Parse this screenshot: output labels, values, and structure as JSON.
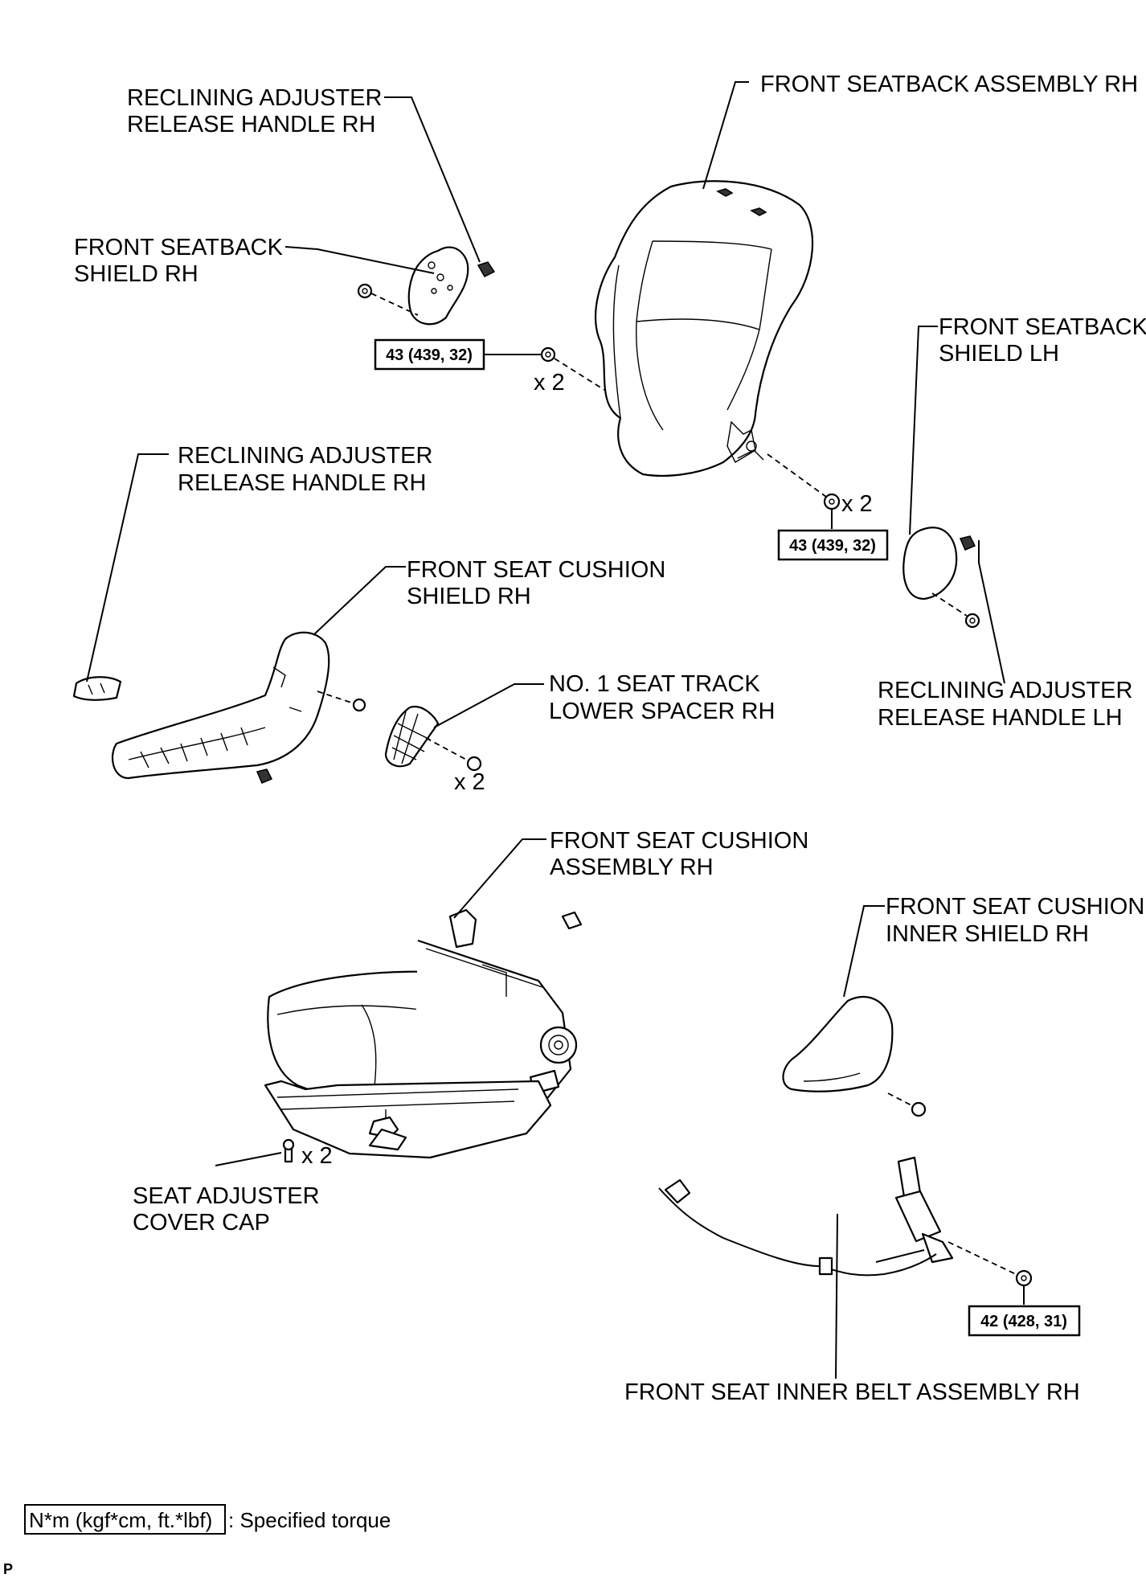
{
  "labels": {
    "reclining_rh_top": [
      "RECLINING ADJUSTER",
      "RELEASE HANDLE RH"
    ],
    "seatback_assembly": "FRONT SEATBACK ASSEMBLY RH",
    "seatback_shield_rh": [
      "FRONT SEATBACK",
      "SHIELD RH"
    ],
    "seatback_shield_lh": [
      "FRONT SEATBACK",
      "SHIELD LH"
    ],
    "reclining_rh_mid": [
      "RECLINING ADJUSTER",
      "RELEASE HANDLE RH"
    ],
    "cushion_shield_rh": [
      "FRONT SEAT CUSHION",
      "SHIELD RH"
    ],
    "seat_track_spacer": [
      "NO. 1 SEAT TRACK",
      "LOWER SPACER RH"
    ],
    "reclining_lh": [
      "RECLINING ADJUSTER",
      "RELEASE HANDLE LH"
    ],
    "cushion_assembly": [
      "FRONT SEAT CUSHION",
      "ASSEMBLY RH"
    ],
    "cushion_inner_shield": [
      "FRONT SEAT CUSHION",
      "INNER SHIELD RH"
    ],
    "adjuster_cover_cap": [
      "SEAT ADJUSTER",
      "COVER CAP"
    ],
    "inner_belt": "FRONT SEAT INNER BELT ASSEMBLY RH"
  },
  "quantities": {
    "seatback_bolts_left": "x 2",
    "seatback_bolts_right": "x 2",
    "spacer_screws": "x 2",
    "cover_caps": "x 2"
  },
  "torques": {
    "seatback_left": "43 (439, 32)",
    "seatback_right": "43 (439, 32)",
    "inner_belt": "42 (428, 31)"
  },
  "legend": {
    "unit": "N*m (kgf*cm, ft.*lbf)",
    "text": ": Specified torque"
  },
  "page_code": "P"
}
